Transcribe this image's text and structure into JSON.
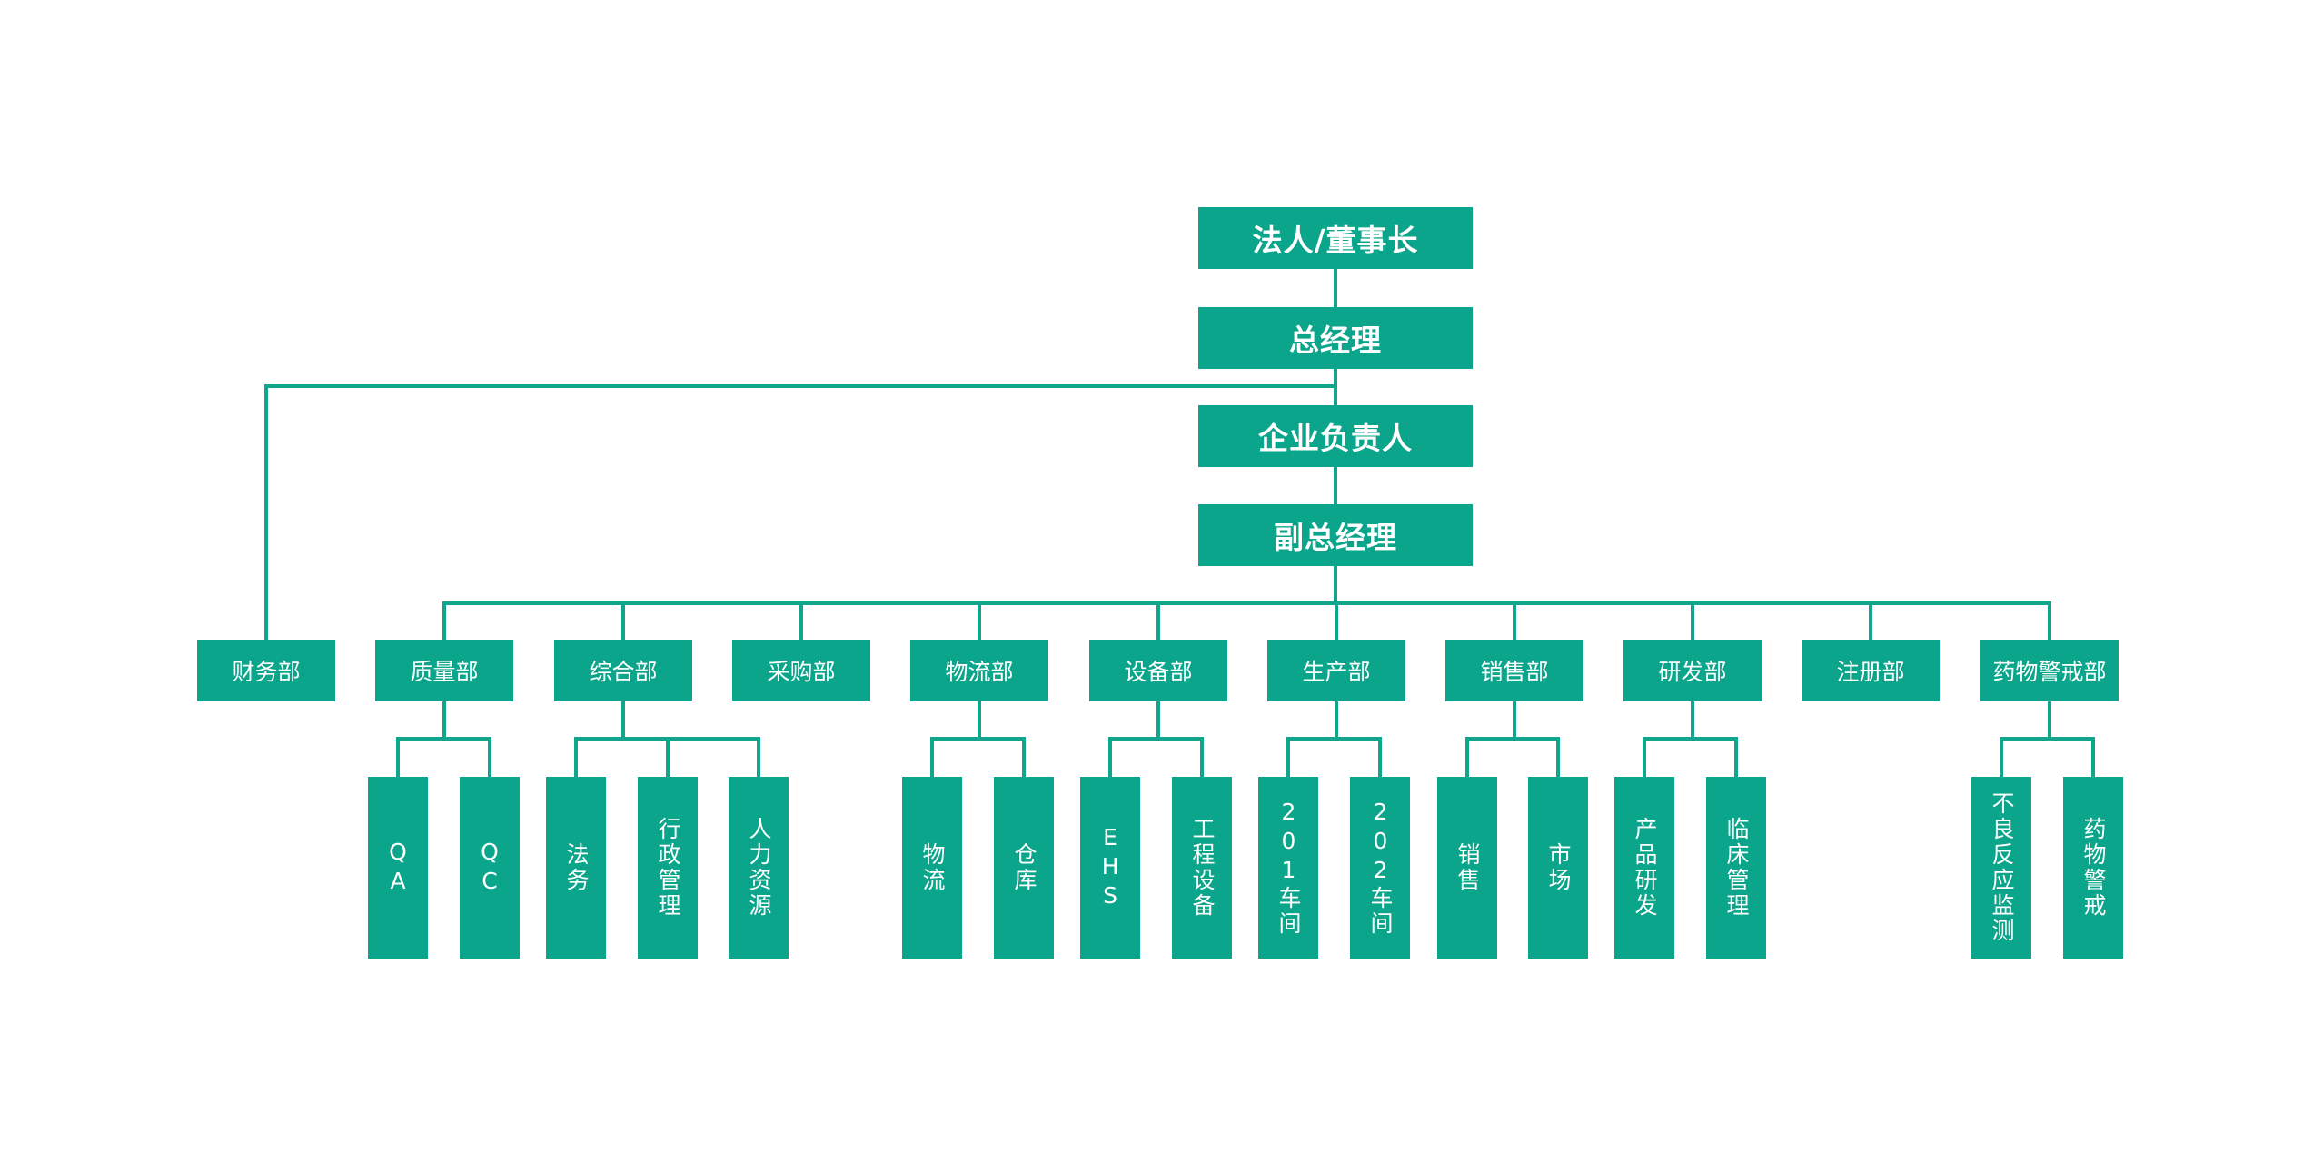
{
  "colors": {
    "node_fill": "#0aa58a",
    "line": "#11a58c",
    "text": "#ffffff",
    "background": "#ffffff"
  },
  "top_chain": [
    {
      "label": "法人/董事长"
    },
    {
      "label": "总经理"
    },
    {
      "label": "企业负责人"
    },
    {
      "label": "副总经理"
    }
  ],
  "finance": {
    "label": "财务部"
  },
  "departments": [
    {
      "label": "质量部",
      "children": [
        "QA",
        "QC"
      ]
    },
    {
      "label": "综合部",
      "children": [
        "法务",
        "行政管理",
        "人力资源"
      ]
    },
    {
      "label": "采购部",
      "children": []
    },
    {
      "label": "物流部",
      "children": [
        "物流",
        "仓库"
      ]
    },
    {
      "label": "设备部",
      "children": [
        "EHS",
        "工程设备"
      ]
    },
    {
      "label": "生产部",
      "children": [
        "201车间",
        "202车间"
      ]
    },
    {
      "label": "销售部",
      "children": [
        "销售",
        "市场"
      ]
    },
    {
      "label": "研发部",
      "children": [
        "产品研发",
        "临床管理"
      ]
    },
    {
      "label": "注册部",
      "children": []
    },
    {
      "label": "药物警戒部",
      "children": [
        "不良反应监测",
        "药物警戒"
      ]
    }
  ]
}
